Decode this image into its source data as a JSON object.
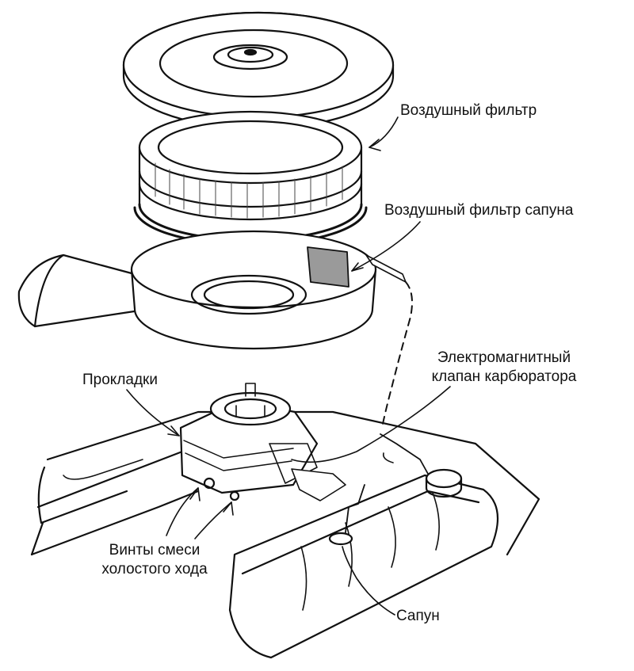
{
  "labels": {
    "air_filter": "Воздушный фильтр",
    "breather_filter": "Воздушный фильтр сапуна",
    "solenoid_line1": "Электромагнитный",
    "solenoid_line2": "клапан карбюратора",
    "gaskets": "Прокладки",
    "idle_screws_line1": "Винты смеси",
    "idle_screws_line2": "холостого хода",
    "breather": "Сапун"
  },
  "colors": {
    "ink": "#111111",
    "background": "#ffffff",
    "filter_shading": "#cfcfcf",
    "breather_filter_fill": "#9a9a9a"
  }
}
